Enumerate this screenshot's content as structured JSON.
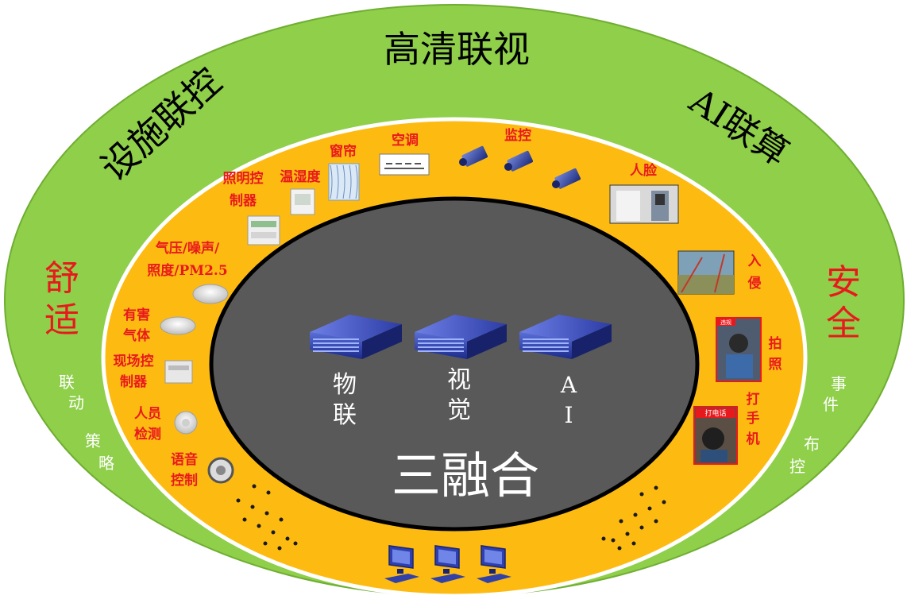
{
  "outer_ring": {
    "top": "高清联视",
    "left_top": "设施联控",
    "right_top": "AI联算",
    "left_big_1": "舒",
    "left_big_2": "适",
    "right_big_1": "安",
    "right_big_2": "全",
    "left_small": [
      "联",
      "动",
      "策",
      "略"
    ],
    "right_small": [
      "事",
      "件",
      "布",
      "控"
    ]
  },
  "devices_left": {
    "curtain": "窗帘",
    "humidity": "温湿度",
    "lighting_1": "照明控",
    "lighting_2": "制器",
    "pressure_1": "气压/噪声/",
    "pressure_2": "照度/PM2.5",
    "gas_1": "有害",
    "gas_2": "气体",
    "field_1": "现场控",
    "field_2": "制器",
    "person_1": "人员",
    "person_2": "检测",
    "voice_1": "语音",
    "voice_2": "控制"
  },
  "devices_top": {
    "ac": "空调",
    "monitor": "监控"
  },
  "devices_right": {
    "face": "人脸",
    "intrusion": [
      "入",
      "侵"
    ],
    "photo": [
      "拍",
      "照"
    ],
    "phone": [
      "打",
      "手",
      "机"
    ],
    "photo_tag": "违规",
    "phone_tag": "打电话"
  },
  "core": {
    "title": "三融合",
    "iot": [
      "物",
      "联"
    ],
    "vision": [
      "视",
      "觉"
    ],
    "ai": [
      "A",
      "I"
    ]
  },
  "colors": {
    "outer": "#8fcf4a",
    "middle": "#fdbb12",
    "core": "#595959",
    "accent": "#e8191d"
  }
}
